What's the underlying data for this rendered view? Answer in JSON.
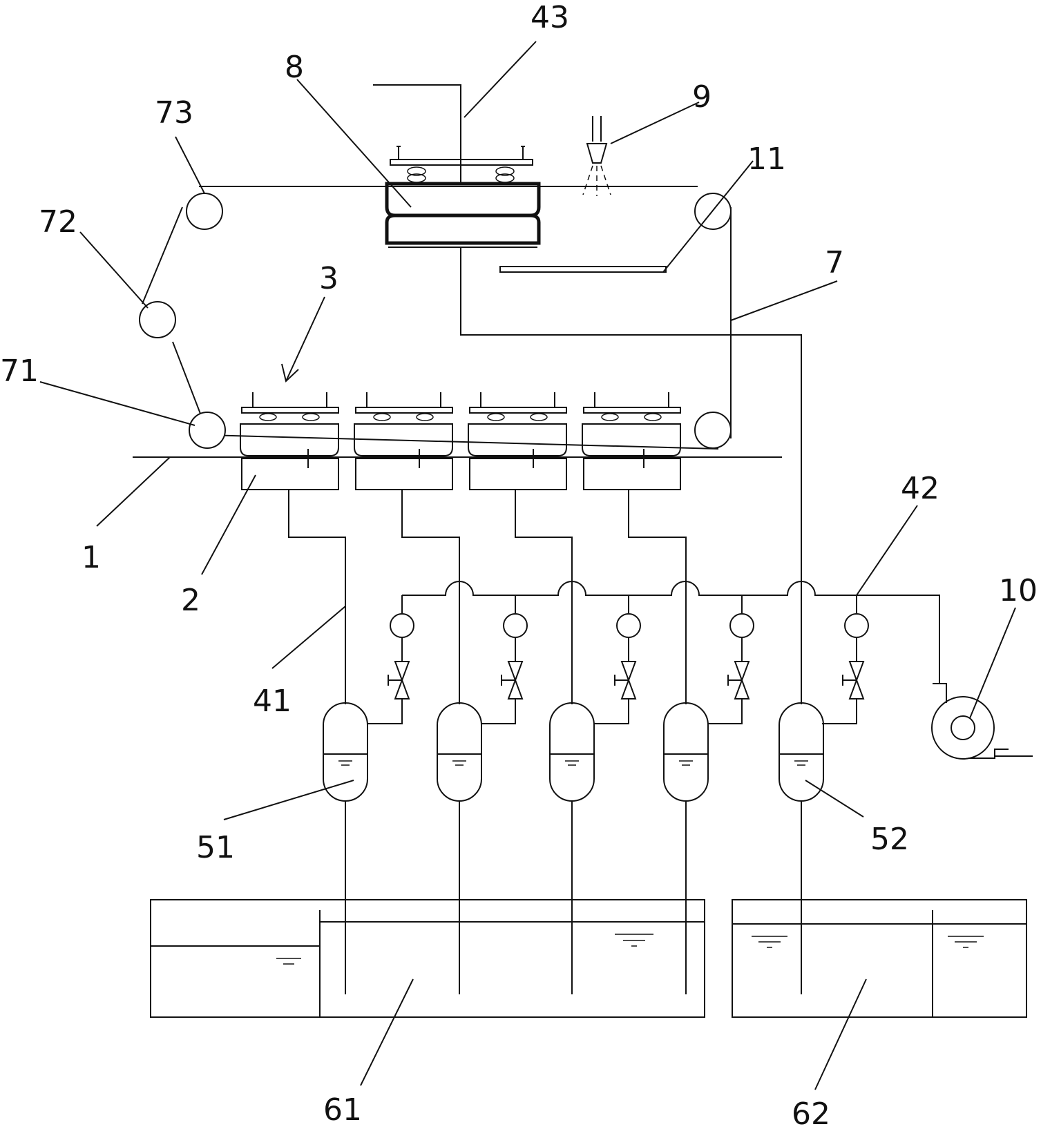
{
  "labels": {
    "l1": "1",
    "l2": "2",
    "l3": "3",
    "l7": "7",
    "l8": "8",
    "l9": "9",
    "l10": "10",
    "l11": "11",
    "l41": "41",
    "l42": "42",
    "l43": "43",
    "l51": "51",
    "l52": "52",
    "l61": "61",
    "l62": "62",
    "l71": "71",
    "l72": "72",
    "l73": "73"
  }
}
